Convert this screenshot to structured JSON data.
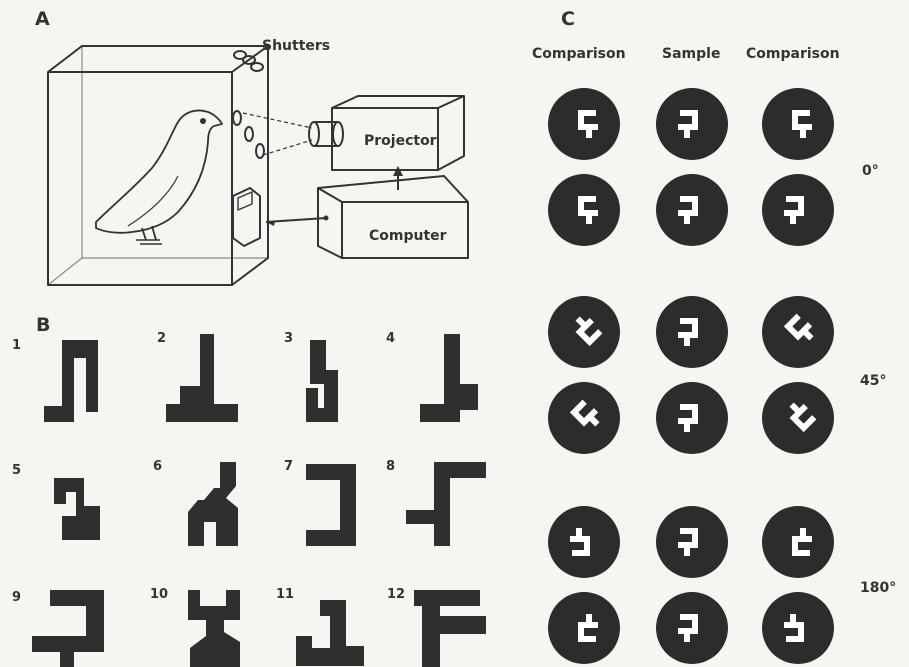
{
  "panels": {
    "a": {
      "letter": "A",
      "shutters_label": "Shutters",
      "projector_label": "Projector",
      "computer_label": "Computer"
    },
    "b": {
      "letter": "B",
      "shapes": [
        {
          "num": "1"
        },
        {
          "num": "2"
        },
        {
          "num": "3"
        },
        {
          "num": "4"
        },
        {
          "num": "5"
        },
        {
          "num": "6"
        },
        {
          "num": "7"
        },
        {
          "num": "8"
        },
        {
          "num": "9"
        },
        {
          "num": "10"
        },
        {
          "num": "11"
        },
        {
          "num": "12"
        }
      ]
    },
    "c": {
      "letter": "C",
      "headers": {
        "left": "Comparison",
        "middle": "Sample",
        "right": "Comparison"
      },
      "angles": {
        "a0": "0°",
        "a45": "45°",
        "a180": "180°"
      }
    }
  },
  "colors": {
    "ink": "#2f2f2f",
    "background": "#f6f5f1"
  }
}
